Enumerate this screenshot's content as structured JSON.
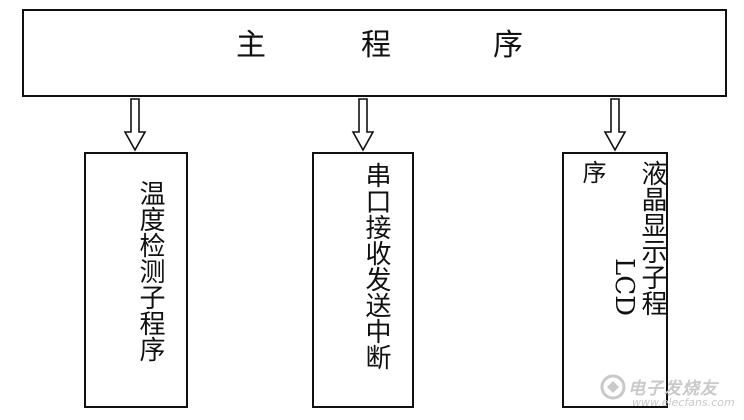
{
  "main": {
    "chars": [
      "主",
      "程",
      "序"
    ]
  },
  "boxes": {
    "temperature": "温度检测子程序",
    "serial": "串口接收发送中断",
    "lcd_latin": "LCD",
    "lcd_cn": "液晶显示子程",
    "lcd_wrap": "序"
  },
  "watermark": {
    "brand": "电子发烧友",
    "url": "www.elecfans.com"
  },
  "colors": {
    "line": "#111111",
    "watermark": "#c9c9c9"
  }
}
